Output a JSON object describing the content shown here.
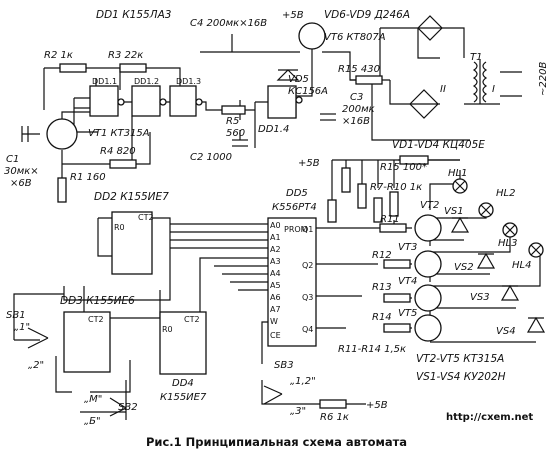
{
  "labels": {
    "dd1": "DD1  К155ЛА3",
    "r2": "R2  1к",
    "r3": "R3  22к",
    "c4": "C4  200мк×16В",
    "plus5_top": "+5В",
    "vd6_9": "VD6-VD9  Д246А",
    "vt6": "VT6  КТ807А",
    "vd5": "VD5",
    "vd5_type": "КС156А",
    "r15_430": "R15  430",
    "c3": "C3",
    "c3_val": "200мк",
    "c3_volt": "×16В",
    "t1": "T1",
    "t1_i": "I",
    "t1_ii": "II",
    "mains": "~220В",
    "dd1_1": "DD1.1",
    "dd1_2": "DD1.2",
    "dd1_3": "DD1.3",
    "dd1_4": "DD1.4",
    "vt1": "VT1  КТ315А",
    "r4": "R4  820",
    "r5": "R5",
    "r5_val": "560",
    "c2": "C2  1000",
    "c1": "C1",
    "c1_val": "30мк×",
    "c1_volt": "×6В",
    "r1": "R1  160",
    "vd1_4": "VD1-VD4  КЦ405Е",
    "plus5_mid": "+5В",
    "r15_100": "R15  100*",
    "r7_10": "R7-R10  1к",
    "dd2": "DD2  К155ИЕ7",
    "dd5": "DD5",
    "dd5_type": "К556РТ4",
    "prom": "PROM",
    "hl1": "HL1",
    "hl2": "HL2",
    "hl3": "HL3",
    "hl4": "HL4",
    "vt2": "VT2",
    "vt3": "VT3",
    "vt4": "VT4",
    "vt5": "VT5",
    "vs1": "VS1",
    "vs2": "VS2",
    "vs3": "VS3",
    "vs4": "VS4",
    "r11": "R11",
    "r12": "R12",
    "r13": "R13",
    "r14": "R14",
    "r11_14": "R11-R14  1,5к",
    "dd3": "DD3  К155ИЕ6",
    "sb1": "SB1",
    "sb1_1": "„1\"",
    "sb1_2": "„2\"",
    "sb2": "SB2",
    "sb2_m": "„М\"",
    "sb2_b": "„Б\"",
    "dd4": "DD4",
    "dd4_type": "К155ИЕ7",
    "sb3": "SB3",
    "sb3_12": "„1,2\"",
    "sb3_3": "„3\"",
    "r6": "R6  1к",
    "plus5_bot": "+5В",
    "vt_types": "VT2-VT5  КТ315А",
    "vs_types": "VS1-VS4  КУ202Н",
    "ct2": "CT2",
    "r0": "R0",
    "w": "W",
    "ce": "CE",
    "addr": [
      "A0",
      "A1",
      "A2",
      "A3",
      "A4",
      "A5",
      "A6",
      "A7"
    ],
    "outs": [
      "Q1",
      "Q2",
      "Q3",
      "Q4"
    ],
    "website": "http://cxem.net",
    "caption": "Рис.1 Принципиальная схема автомата"
  }
}
